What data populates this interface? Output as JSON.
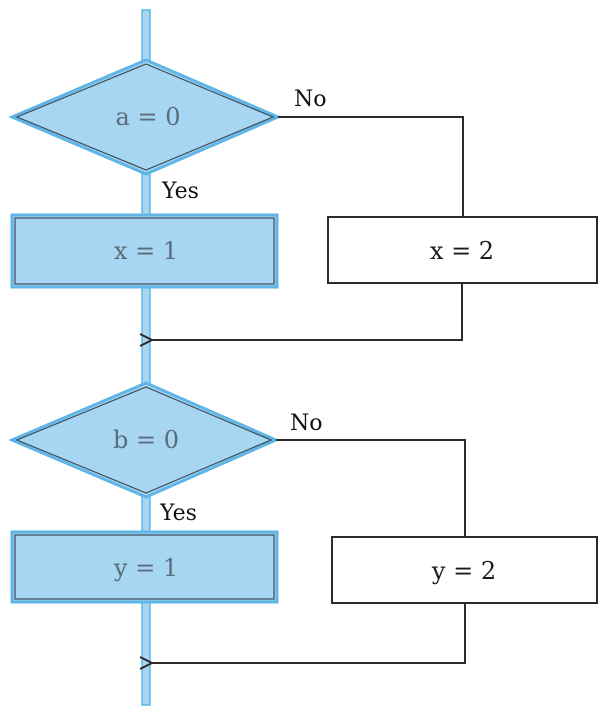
{
  "colors": {
    "highlight_fill": "#a7d6f3",
    "highlight_stroke": "#5eb5e6",
    "line": "#2b2b2b",
    "box_fill": "#ffffff"
  },
  "decision_a": {
    "label": "a = 0",
    "yes": "Yes",
    "no": "No"
  },
  "box_x1": {
    "label": "x = 1"
  },
  "box_x2": {
    "label": "x = 2"
  },
  "decision_b": {
    "label": "b = 0",
    "yes": "Yes",
    "no": "No"
  },
  "box_y1": {
    "label": "y = 1"
  },
  "box_y2": {
    "label": "y = 2"
  }
}
